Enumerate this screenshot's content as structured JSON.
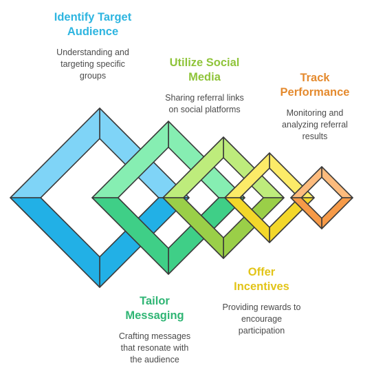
{
  "diagram": {
    "stages": [
      {
        "key": "identify",
        "title_lines": [
          "Identify Target",
          "Audience"
        ],
        "desc_lines": [
          "Understanding and",
          "targeting specific",
          "groups"
        ],
        "color": "#2EB5E0",
        "fill_light": "#7FD4F7",
        "fill_dark": "#22B0E6"
      },
      {
        "key": "tailor",
        "title_lines": [
          "Tailor",
          "Messaging"
        ],
        "desc_lines": [
          "Crafting messages",
          "that resonate with",
          "the audience"
        ],
        "color": "#2FB574",
        "fill_light": "#86EEB2",
        "fill_dark": "#3FCF87"
      },
      {
        "key": "social",
        "title_lines": [
          "Utilize Social",
          "Media"
        ],
        "desc_lines": [
          "Sharing referral links",
          "on social platforms"
        ],
        "color": "#8FC43A",
        "fill_light": "#BEEC7C",
        "fill_dark": "#9ACF48"
      },
      {
        "key": "incentives",
        "title_lines": [
          "Offer",
          "Incentives"
        ],
        "desc_lines": [
          "Providing rewards to",
          "encourage",
          "participation"
        ],
        "color": "#E2C418",
        "fill_light": "#FCEB68",
        "fill_dark": "#F3D72A"
      },
      {
        "key": "track",
        "title_lines": [
          "Track",
          "Performance"
        ],
        "desc_lines": [
          "Monitoring and",
          "analyzing referral",
          "results"
        ],
        "color": "#E48A2E",
        "fill_light": "#FDBB7D",
        "fill_dark": "#F69A48"
      }
    ]
  }
}
